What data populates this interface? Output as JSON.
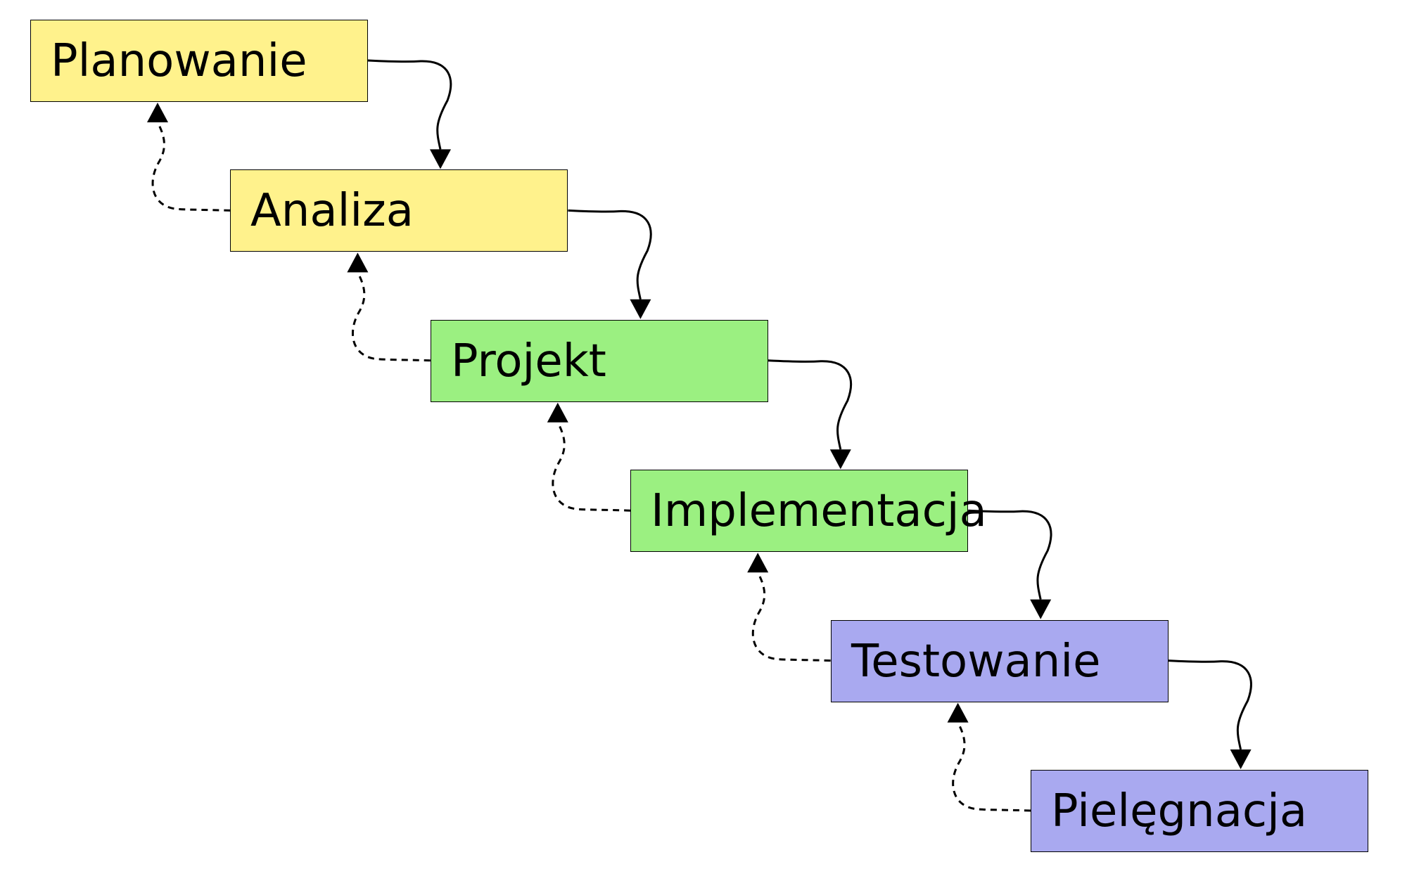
{
  "colors": {
    "yellow": "#fff28c",
    "green": "#9bf081",
    "blue": "#a9a9f0",
    "border": "#000000",
    "arrow": "#000000"
  },
  "stages": [
    {
      "label": "Planowanie",
      "color": "yellow"
    },
    {
      "label": "Analiza",
      "color": "yellow"
    },
    {
      "label": "Projekt",
      "color": "green"
    },
    {
      "label": "Implementacja",
      "color": "green"
    },
    {
      "label": "Testowanie",
      "color": "blue"
    },
    {
      "label": "Pielęgnacja",
      "color": "blue"
    }
  ],
  "connectors": {
    "forward": {
      "style": "solid",
      "description_hidden": true
    },
    "backward": {
      "style": "dashed",
      "description_hidden": true
    }
  }
}
